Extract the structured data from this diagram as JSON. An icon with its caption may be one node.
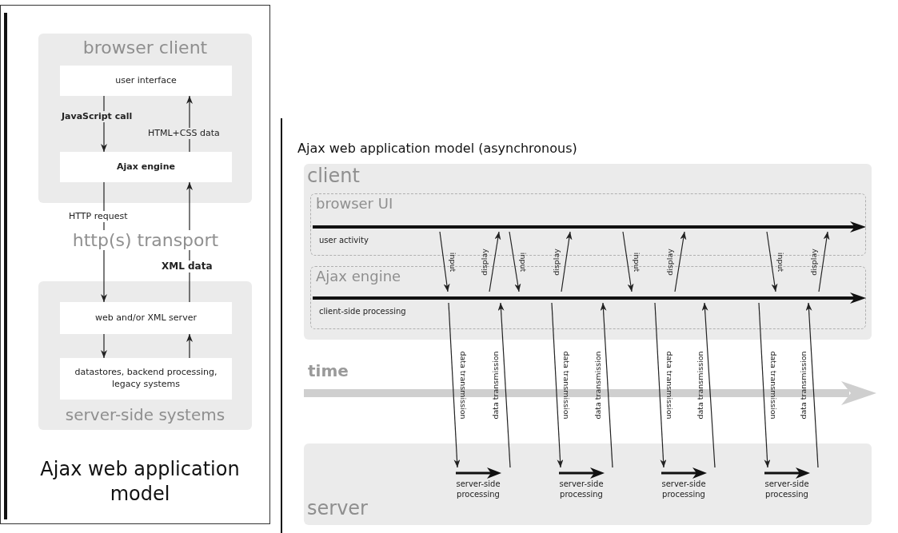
{
  "diagram": {
    "title": "Ajax web application model (asynchronous)",
    "caption": "Ajax web application model",
    "nodes": [
      {
        "text": [
          "browser client"
        ]
      },
      {
        "text": [
          "user interface"
        ],
        "in": 0
      },
      {
        "text": [
          "Ajax engine"
        ],
        "in": 0
      },
      {
        "text": [
          "server-side systems"
        ]
      },
      {
        "text": [
          "web and/or XML server"
        ],
        "in": 3
      },
      {
        "text": [
          "datastores, backend processing, legacy systems"
        ],
        "in": 3
      },
      {
        "text": [
          "client"
        ]
      },
      {
        "text": [
          "browser UI",
          "user activity"
        ],
        "in": 6
      },
      {
        "text": [],
        "shape": "arrow",
        "in": 7
      },
      {
        "text": [
          "Ajax engine",
          "client-side processing"
        ],
        "in": 6
      },
      {
        "text": [],
        "shape": "arrow",
        "in": 9
      },
      {
        "text": [
          "server"
        ]
      },
      {
        "text": [
          "server-side processing"
        ],
        "in": 11
      },
      {
        "text": [
          "server-side processing"
        ],
        "in": 11
      },
      {
        "text": [
          "server-side processing"
        ],
        "in": 11
      },
      {
        "text": [
          "server-side processing"
        ],
        "in": 11
      }
    ],
    "edges": [
      {
        "from": 1,
        "to": 2,
        "arrow": "to",
        "label": "JavaScript call"
      },
      {
        "from": 2,
        "to": 1,
        "arrow": "to",
        "label": "HTML+CSS data"
      },
      {
        "from": 2,
        "to": 4,
        "arrow": "to",
        "label": "HTTP request"
      },
      {
        "from": 4,
        "to": 2,
        "arrow": "to",
        "label": "XML data"
      },
      {
        "from": 4,
        "to": 5,
        "arrow": "to"
      },
      {
        "from": 5,
        "to": 4,
        "arrow": "to"
      },
      {
        "from": 8,
        "to": 10,
        "arrow": "to",
        "label": "input"
      },
      {
        "from": 8,
        "to": 10,
        "arrow": "to",
        "label": "input"
      },
      {
        "from": 8,
        "to": 10,
        "arrow": "to",
        "label": "input"
      },
      {
        "from": 8,
        "to": 10,
        "arrow": "to",
        "label": "input"
      },
      {
        "from": 10,
        "to": 8,
        "arrow": "to",
        "label": "display"
      },
      {
        "from": 10,
        "to": 8,
        "arrow": "to",
        "label": "display"
      },
      {
        "from": 10,
        "to": 8,
        "arrow": "to",
        "label": "display"
      },
      {
        "from": 10,
        "to": 8,
        "arrow": "to",
        "label": "display"
      },
      {
        "from": 10,
        "to": 12,
        "arrow": "to",
        "label": "data transmission"
      },
      {
        "from": 12,
        "to": 10,
        "arrow": "to",
        "label": "data transmission"
      },
      {
        "from": 10,
        "to": 13,
        "arrow": "to",
        "label": "data transmission"
      },
      {
        "from": 13,
        "to": 10,
        "arrow": "to",
        "label": "data transmission"
      },
      {
        "from": 10,
        "to": 14,
        "arrow": "to",
        "label": "data transmission"
      },
      {
        "from": 14,
        "to": 10,
        "arrow": "to",
        "label": "data transmission"
      },
      {
        "from": 10,
        "to": 15,
        "arrow": "to",
        "label": "data transmission"
      },
      {
        "from": 15,
        "to": 10,
        "arrow": "to",
        "label": "data transmission"
      }
    ],
    "labels": [
      "http(s) transport",
      "time"
    ]
  }
}
